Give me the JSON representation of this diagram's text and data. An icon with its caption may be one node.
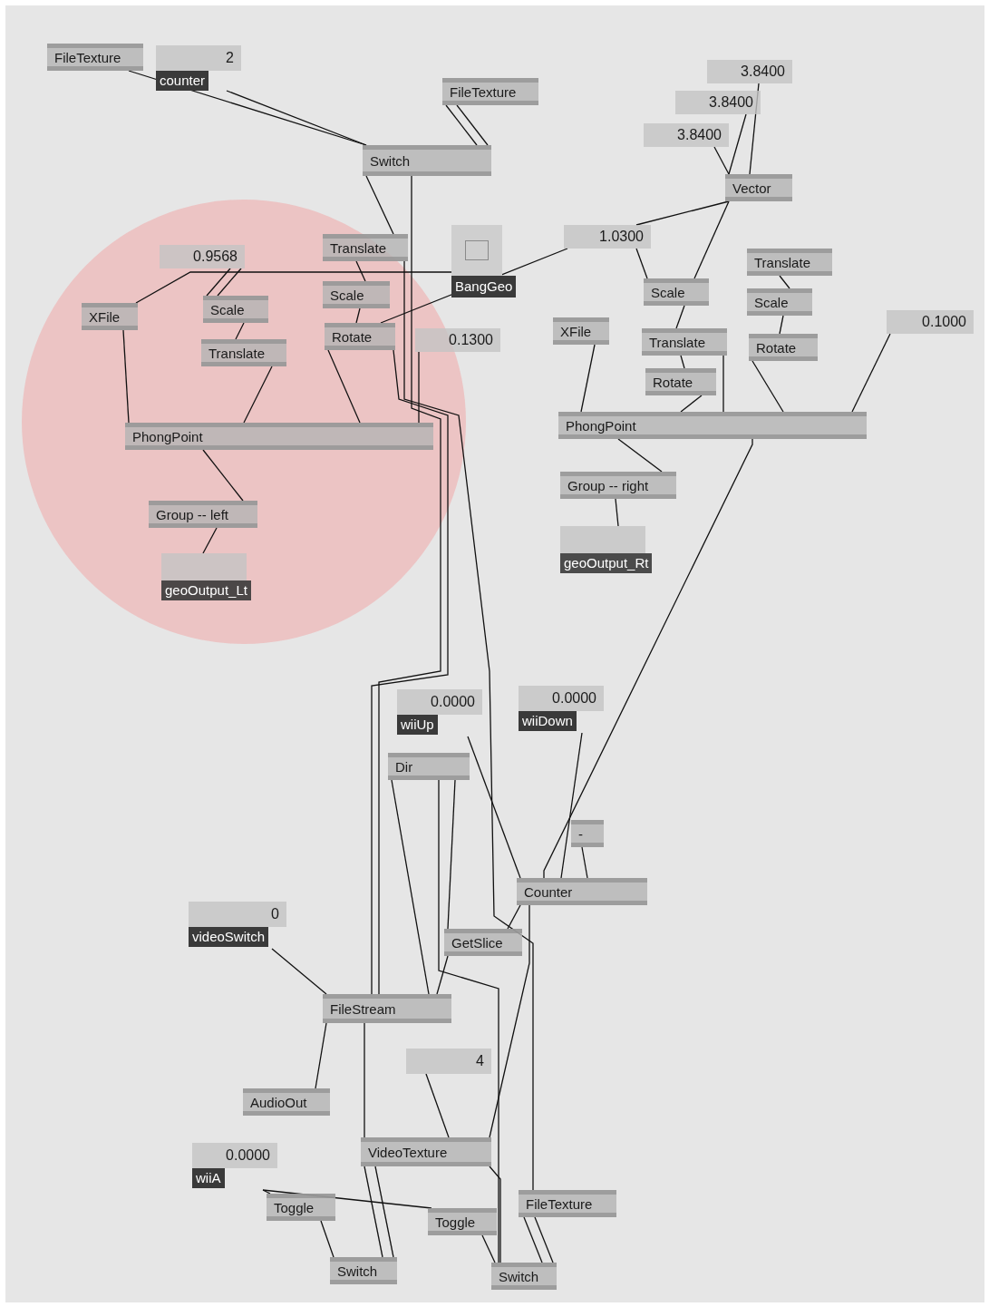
{
  "diagram": {
    "nodes": [
      {
        "text": [
          "FileTexture"
        ]
      },
      {
        "text": [
          "2",
          "counter"
        ]
      },
      {
        "text": [
          "FileTexture"
        ]
      },
      {
        "text": [
          "Switch"
        ]
      },
      {
        "text": [
          "3.8400"
        ]
      },
      {
        "text": [
          "3.8400"
        ]
      },
      {
        "text": [
          "3.8400"
        ]
      },
      {
        "text": [
          "Vector"
        ]
      },
      {
        "text": [
          "0.9568"
        ]
      },
      {
        "text": [
          "Translate"
        ]
      },
      {
        "text": [
          "BangGeo"
        ]
      },
      {
        "text": [
          "1.0300"
        ]
      },
      {
        "text": [
          "Translate"
        ]
      },
      {
        "text": [
          "XFile"
        ]
      },
      {
        "text": [
          "Scale"
        ]
      },
      {
        "text": [
          "Scale"
        ]
      },
      {
        "text": [
          "Scale"
        ]
      },
      {
        "text": [
          "Scale"
        ]
      },
      {
        "text": [
          "0.1000"
        ]
      },
      {
        "text": [
          "XFile"
        ]
      },
      {
        "text": [
          "Rotate"
        ]
      },
      {
        "text": [
          "0.1300"
        ]
      },
      {
        "text": [
          "Translate"
        ]
      },
      {
        "text": [
          "Translate"
        ]
      },
      {
        "text": [
          "Rotate"
        ]
      },
      {
        "text": [
          "Rotate"
        ]
      },
      {
        "text": [
          "PhongPoint"
        ]
      },
      {
        "text": [
          "PhongPoint"
        ]
      },
      {
        "text": [
          "Group -- right"
        ]
      },
      {
        "text": [
          "geoOutput_Rt"
        ]
      },
      {
        "text": [
          "Group -- left"
        ]
      },
      {
        "text": [
          "geoOutput_Lt"
        ]
      },
      {
        "text": [
          "0.0000",
          "wiiUp"
        ]
      },
      {
        "text": [
          "0.0000",
          "wiiDown"
        ]
      },
      {
        "text": [
          "Dir"
        ]
      },
      {
        "text": [
          "-"
        ]
      },
      {
        "text": [
          "Counter"
        ]
      },
      {
        "text": [
          "0",
          "videoSwitch"
        ]
      },
      {
        "text": [
          "GetSlice"
        ]
      },
      {
        "text": [
          "FileStream"
        ]
      },
      {
        "text": [
          "4"
        ]
      },
      {
        "text": [
          "AudioOut"
        ]
      },
      {
        "text": [
          "VideoTexture"
        ]
      },
      {
        "text": [
          "0.0000",
          "wiiA"
        ]
      },
      {
        "text": [
          "Toggle"
        ]
      },
      {
        "text": [
          "FileTexture"
        ]
      },
      {
        "text": [
          "Toggle"
        ]
      },
      {
        "text": [
          "Switch"
        ]
      },
      {
        "text": [
          "Switch"
        ]
      }
    ],
    "edges": [
      {
        "from": 0,
        "to": 3,
        "arrow": "none"
      },
      {
        "from": 1,
        "to": 3,
        "arrow": "none"
      },
      {
        "from": 2,
        "to": 3,
        "arrow": "none"
      },
      {
        "from": 2,
        "to": 3,
        "arrow": "none"
      },
      {
        "from": 3,
        "to": 9,
        "arrow": "none"
      },
      {
        "from": 3,
        "to": 39,
        "arrow": "none"
      },
      {
        "from": 4,
        "to": 7,
        "arrow": "none"
      },
      {
        "from": 5,
        "to": 7,
        "arrow": "none"
      },
      {
        "from": 6,
        "to": 7,
        "arrow": "none"
      },
      {
        "from": 7,
        "to": 11,
        "arrow": "none"
      },
      {
        "from": 7,
        "to": 16,
        "arrow": "none"
      },
      {
        "from": 11,
        "to": 16,
        "arrow": "none"
      },
      {
        "from": 11,
        "to": 20,
        "arrow": "none"
      },
      {
        "from": 10,
        "to": 13,
        "arrow": "none"
      },
      {
        "from": 8,
        "to": 14,
        "arrow": "none"
      },
      {
        "from": 8,
        "to": 14,
        "arrow": "none"
      },
      {
        "from": 14,
        "to": 22,
        "arrow": "none"
      },
      {
        "from": 9,
        "to": 15,
        "arrow": "none"
      },
      {
        "from": 15,
        "to": 20,
        "arrow": "none"
      },
      {
        "from": 13,
        "to": 26,
        "arrow": "none"
      },
      {
        "from": 22,
        "to": 26,
        "arrow": "none"
      },
      {
        "from": 20,
        "to": 26,
        "arrow": "none"
      },
      {
        "from": 21,
        "to": 26,
        "arrow": "none"
      },
      {
        "from": 26,
        "to": 30,
        "arrow": "none"
      },
      {
        "from": 30,
        "to": 31,
        "arrow": "none"
      },
      {
        "from": 20,
        "to": 39,
        "arrow": "none"
      },
      {
        "from": 9,
        "to": 45,
        "arrow": "none"
      },
      {
        "from": 16,
        "to": 23,
        "arrow": "none"
      },
      {
        "from": 23,
        "to": 25,
        "arrow": "none"
      },
      {
        "from": 23,
        "to": 27,
        "arrow": "none"
      },
      {
        "from": 25,
        "to": 27,
        "arrow": "none"
      },
      {
        "from": 19,
        "to": 27,
        "arrow": "none"
      },
      {
        "from": 18,
        "to": 27,
        "arrow": "none"
      },
      {
        "from": 12,
        "to": 17,
        "arrow": "none"
      },
      {
        "from": 17,
        "to": 24,
        "arrow": "none"
      },
      {
        "from": 24,
        "to": 27,
        "arrow": "none"
      },
      {
        "from": 27,
        "to": 28,
        "arrow": "none"
      },
      {
        "from": 28,
        "to": 29,
        "arrow": "none"
      },
      {
        "from": 27,
        "to": 36,
        "arrow": "none"
      },
      {
        "from": 32,
        "to": 36,
        "arrow": "none"
      },
      {
        "from": 33,
        "to": 36,
        "arrow": "none"
      },
      {
        "from": 35,
        "to": 36,
        "arrow": "none"
      },
      {
        "from": 34,
        "to": 38,
        "arrow": "none"
      },
      {
        "from": 34,
        "to": 48,
        "arrow": "none"
      },
      {
        "from": 34,
        "to": 39,
        "arrow": "none"
      },
      {
        "from": 36,
        "to": 38,
        "arrow": "none"
      },
      {
        "from": 36,
        "to": 42,
        "arrow": "none"
      },
      {
        "from": 38,
        "to": 39,
        "arrow": "none"
      },
      {
        "from": 37,
        "to": 39,
        "arrow": "none"
      },
      {
        "from": 39,
        "to": 41,
        "arrow": "none"
      },
      {
        "from": 39,
        "to": 42,
        "arrow": "none"
      },
      {
        "from": 40,
        "to": 42,
        "arrow": "none"
      },
      {
        "from": 42,
        "to": 47,
        "arrow": "none"
      },
      {
        "from": 42,
        "to": 47,
        "arrow": "none"
      },
      {
        "from": 42,
        "to": 48,
        "arrow": "none"
      },
      {
        "from": 43,
        "to": 44,
        "arrow": "none"
      },
      {
        "from": 43,
        "to": 46,
        "arrow": "none"
      },
      {
        "from": 44,
        "to": 47,
        "arrow": "none"
      },
      {
        "from": 46,
        "to": 48,
        "arrow": "none"
      },
      {
        "from": 45,
        "to": 48,
        "arrow": "none"
      },
      {
        "from": 45,
        "to": 48,
        "arrow": "none"
      }
    ]
  }
}
